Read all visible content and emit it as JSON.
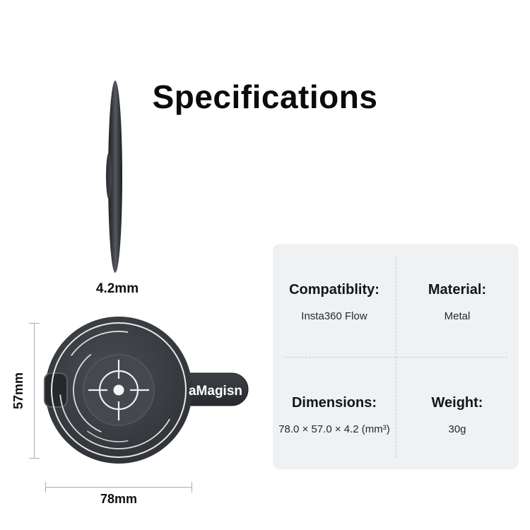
{
  "page": {
    "title": "Specifications"
  },
  "diagram": {
    "brand_logo": "aMagisn",
    "side_view_thickness": "4.2mm",
    "front_view_height": "57mm",
    "front_view_width": "78mm"
  },
  "spec_card": {
    "cells": [
      {
        "label": "Compatiblity:",
        "value": "Insta360 Flow"
      },
      {
        "label": "Material:",
        "value": "Metal"
      },
      {
        "label": "Dimensions:",
        "value": "78.0 × 57.0 × 4.2 (mm³)"
      },
      {
        "label": "Weight:",
        "value": "30g"
      }
    ]
  },
  "colors": {
    "device_body": "#393c41",
    "engraving": "#e8e8e8",
    "card_background": "#f0f1f3",
    "dimension_line": "#a7acb2",
    "text": "#0e0f10"
  }
}
